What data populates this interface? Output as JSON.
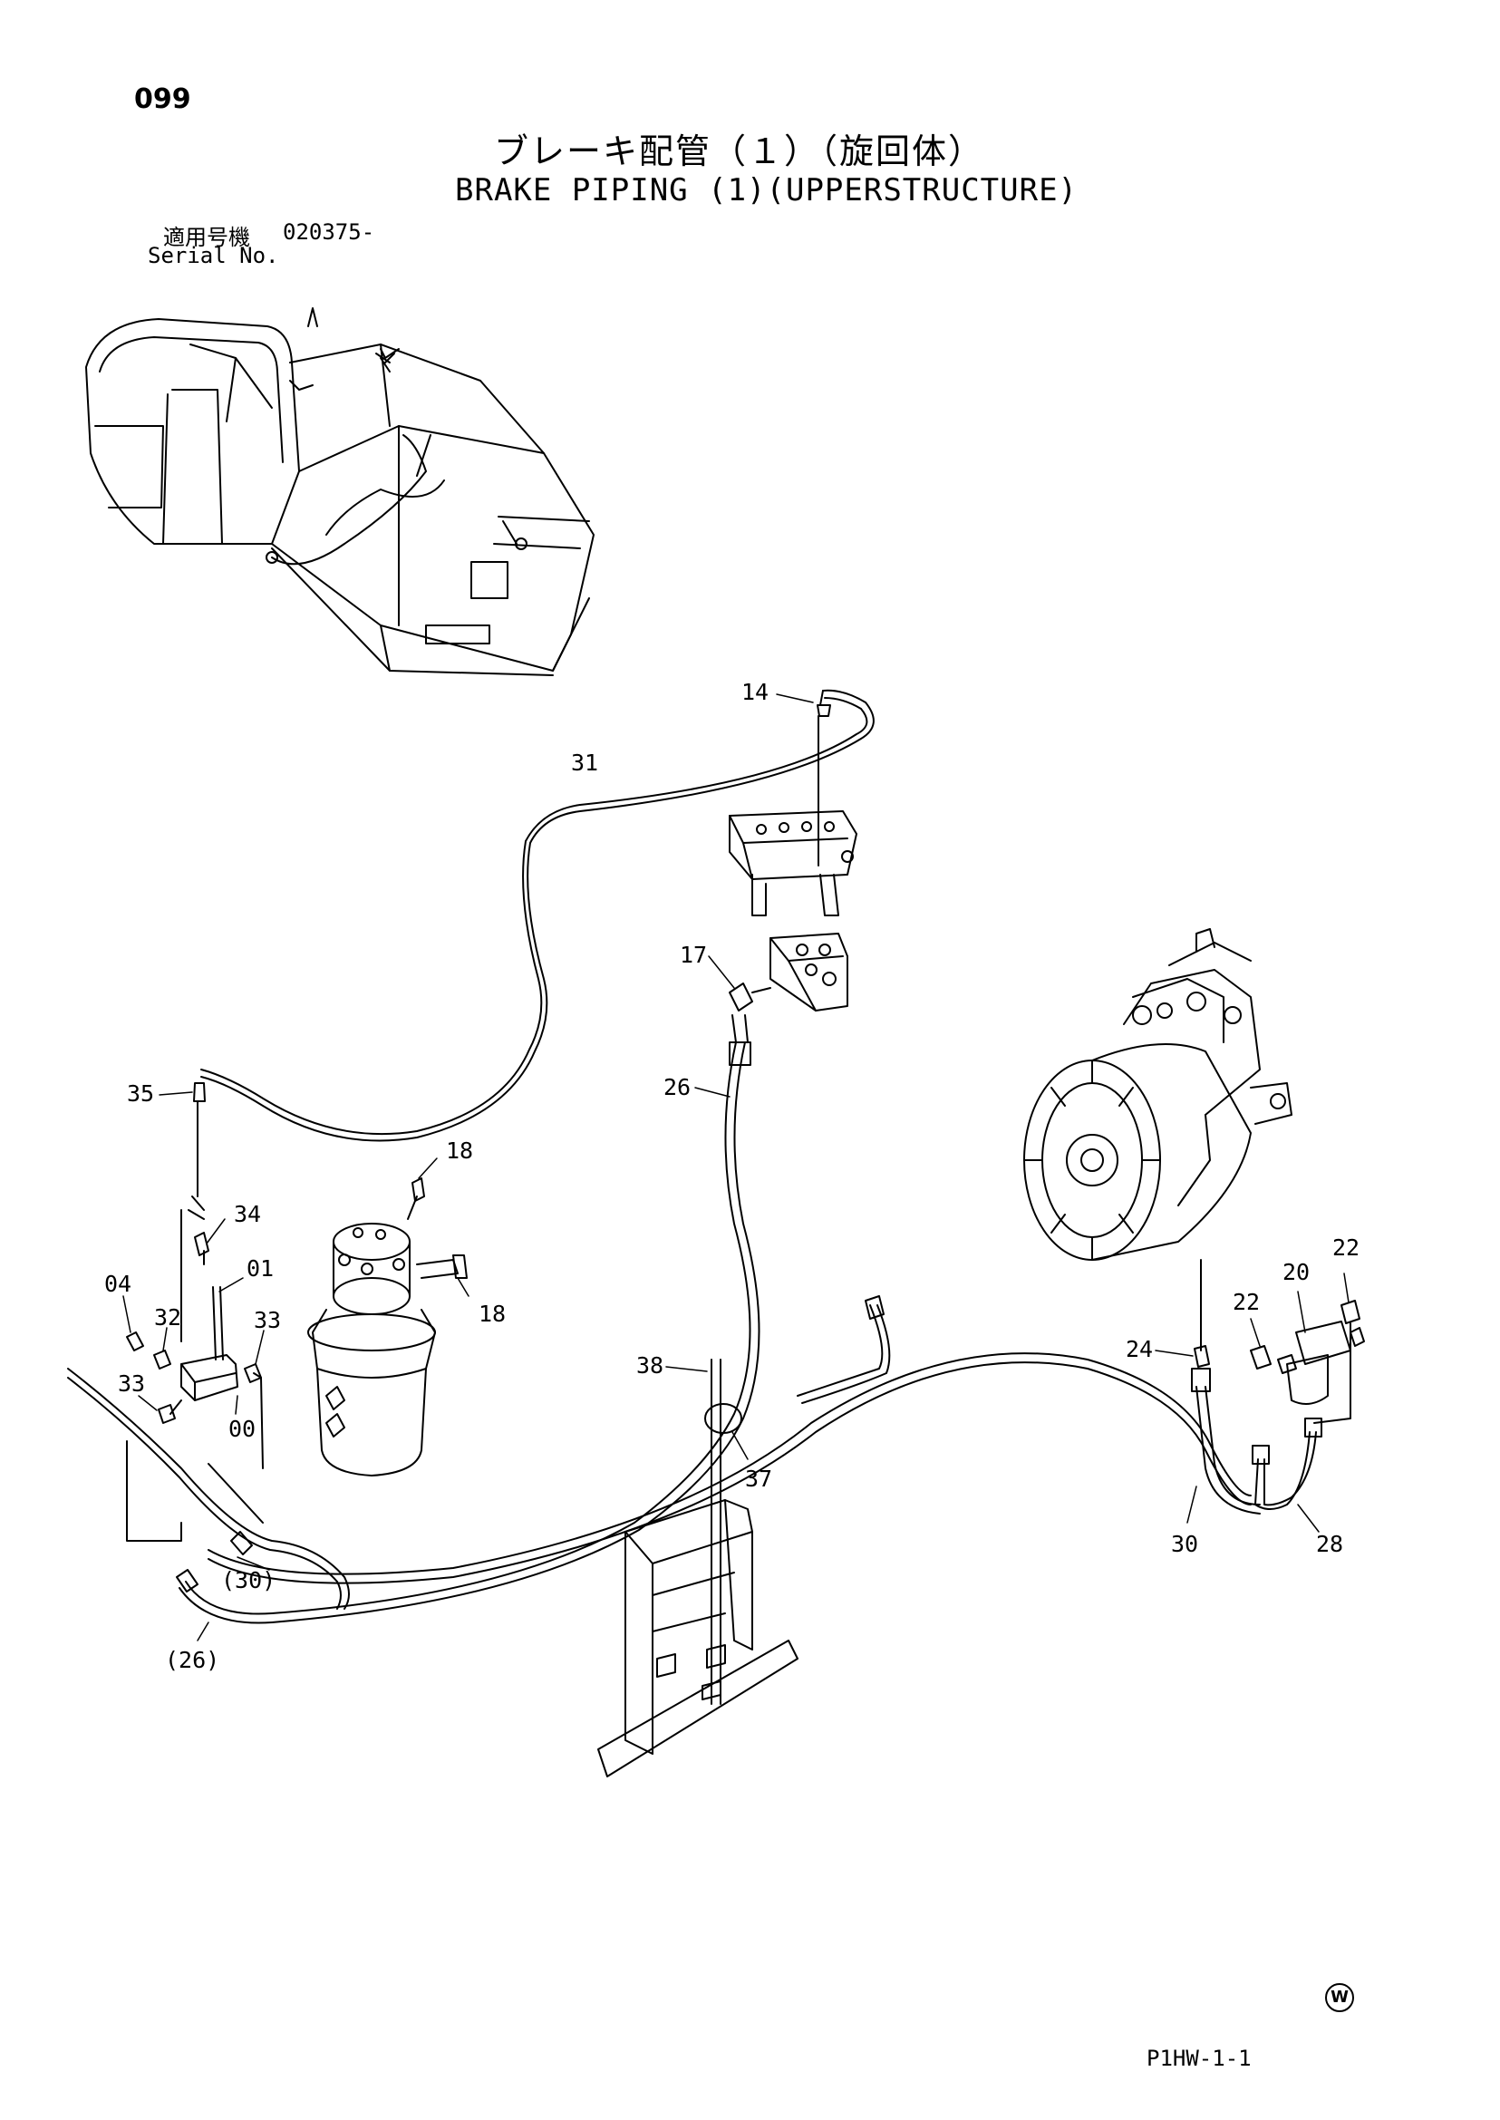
{
  "header": {
    "page_number": "099",
    "title_jp": "ブレーキ配管（１）（旋回体）",
    "title_en": "BRAKE PIPING (1)(UPPERSTRUCTURE)",
    "serial_label_jp": "適用号機",
    "serial_number": "020375-",
    "serial_label_en": "Serial No."
  },
  "footer": {
    "drawing_code": "P1HW-1-1",
    "mark": "W"
  },
  "callouts": {
    "c14": "14",
    "c31": "31",
    "c17": "17",
    "c26": "26",
    "c35": "35",
    "c18a": "18",
    "c18b": "18",
    "c34": "34",
    "c01": "01",
    "c04": "04",
    "c32": "32",
    "c33a": "33",
    "c33b": "33",
    "c00": "00",
    "c38": "38",
    "c37": "37",
    "c30p": "(30)",
    "c26p": "(26)",
    "c24": "24",
    "c22a": "22",
    "c20": "20",
    "c22b": "22",
    "c30": "30",
    "c28": "28"
  },
  "colors": {
    "ink": "#000000",
    "paper": "#ffffff"
  }
}
